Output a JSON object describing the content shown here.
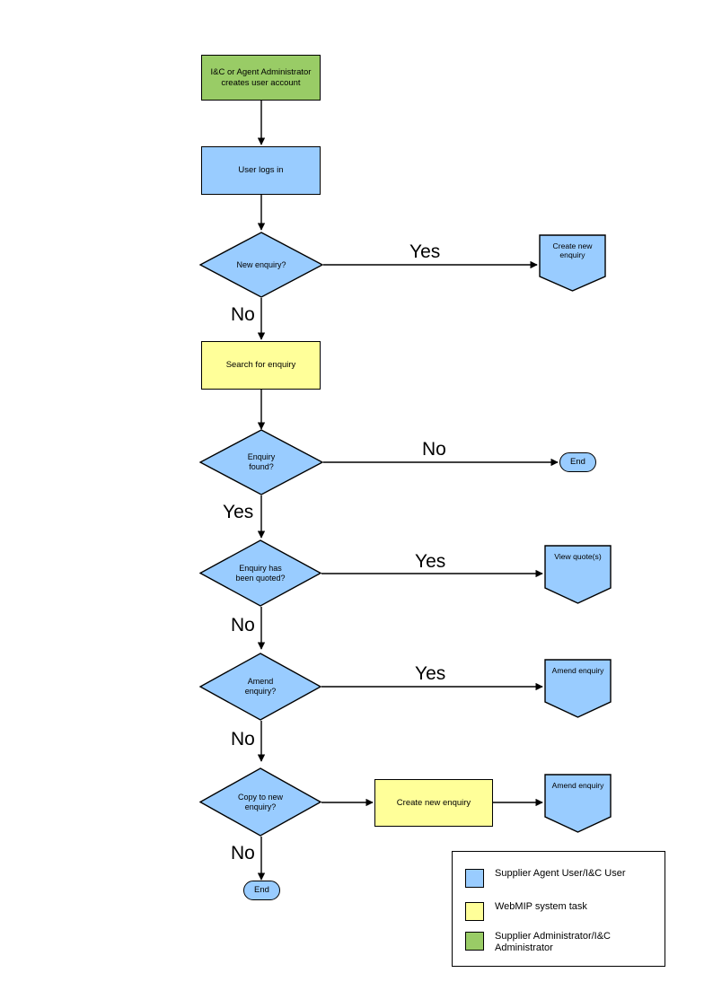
{
  "document": {
    "title": "WebMIP Enquiry Process Flowchart",
    "background": "#ffffff"
  },
  "colors": {
    "user_blue": "#99CCFF",
    "system_yellow": "#FFFF99",
    "admin_green": "#99CC66",
    "outline": "#000000",
    "text": "#000000"
  },
  "nodes": {
    "admin_creates_account": {
      "label": "I&C or Agent Administrator\ncreates user account",
      "shape": "rectangle",
      "fill": "#99CC66"
    },
    "user_logs_in": {
      "label": "User logs in",
      "shape": "rectangle",
      "fill": "#99CCFF"
    },
    "new_enquiry_decision": {
      "label": "New enquiry?",
      "shape": "diamond",
      "fill": "#99CCFF"
    },
    "create_new_enquiry_top": {
      "label": "Create new\nenquiry",
      "shape": "pentagon",
      "fill": "#99CCFF"
    },
    "search_for_enquiry": {
      "label": "Search for enquiry",
      "shape": "rectangle",
      "fill": "#FFFF99"
    },
    "enquiry_found_decision": {
      "label": "Enquiry\nfound?",
      "shape": "diamond",
      "fill": "#99CCFF"
    },
    "end_top": {
      "label": "End",
      "shape": "stadium",
      "fill": "#99CCFF"
    },
    "enquiry_quoted_decision": {
      "label": "Enquiry has\nbeen quoted?",
      "shape": "diamond",
      "fill": "#99CCFF"
    },
    "view_quotes": {
      "label": "View quote(s)",
      "shape": "pentagon",
      "fill": "#99CCFF"
    },
    "amend_enquiry_decision": {
      "label": "Amend\nenquiry?",
      "shape": "diamond",
      "fill": "#99CCFF"
    },
    "amend_enquiry_action": {
      "label": "Amend enquiry",
      "shape": "pentagon",
      "fill": "#99CCFF"
    },
    "copy_to_new_decision": {
      "label": "Copy to new\nenquiry?",
      "shape": "diamond",
      "fill": "#99CCFF"
    },
    "create_new_enquiry_bottom": {
      "label": "Create new enquiry",
      "shape": "rectangle",
      "fill": "#FFFF99"
    },
    "amend_enquiry_action_2": {
      "label": "Amend enquiry",
      "shape": "pentagon",
      "fill": "#99CCFF"
    },
    "end_bottom": {
      "label": "End",
      "shape": "stadium",
      "fill": "#99CCFF"
    }
  },
  "edge_labels": {
    "new_enquiry_yes": "Yes",
    "new_enquiry_no": "No",
    "enquiry_found_no": "No",
    "enquiry_found_yes": "Yes",
    "quoted_yes": "Yes",
    "quoted_no": "No",
    "amend_yes": "Yes",
    "amend_no": "No",
    "copy_no": "No"
  },
  "legend": {
    "items": [
      {
        "color": "#99CCFF",
        "label": "Supplier Agent User/I&C User"
      },
      {
        "color": "#FFFF99",
        "label": "WebMIP system task"
      },
      {
        "color": "#99CC66",
        "label": "Supplier Administrator/I&C\nAdministrator"
      }
    ]
  }
}
